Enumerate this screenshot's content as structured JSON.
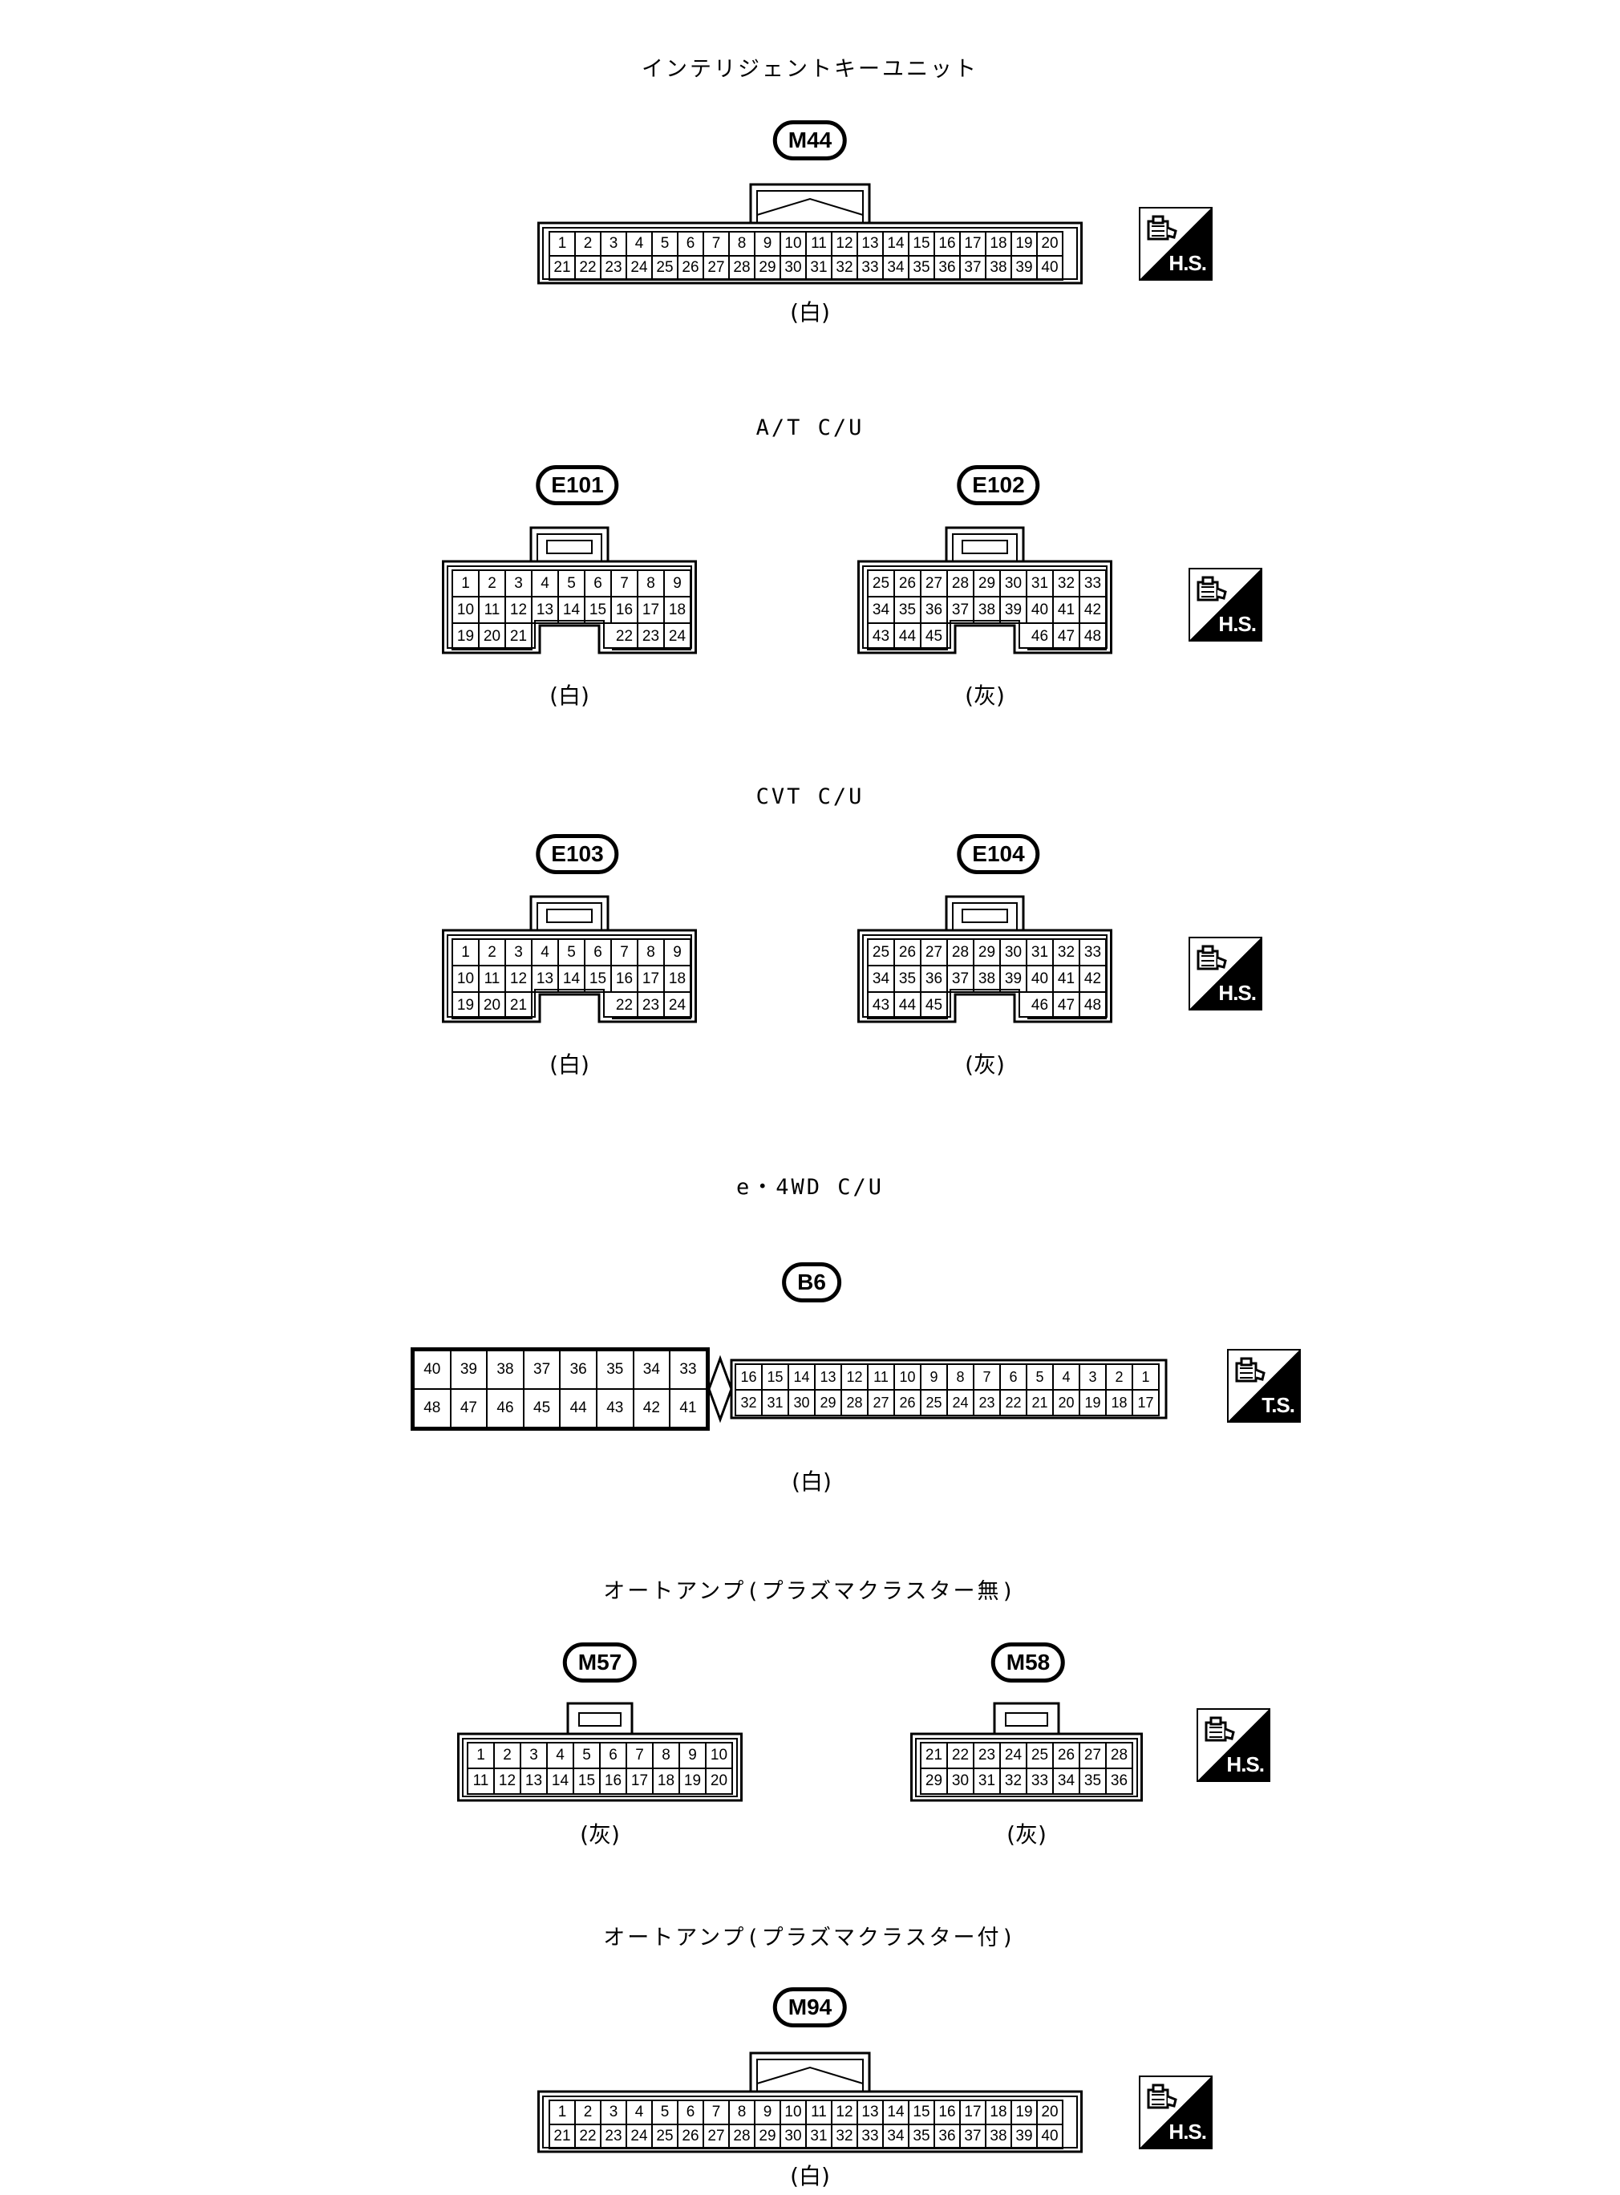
{
  "sections": [
    {
      "title": "インテリジェントキーユニット",
      "connectors": [
        {
          "id": "M44",
          "color": "(白)",
          "rows": [
            [
              1,
              2,
              3,
              4,
              5,
              6,
              7,
              8,
              9,
              10,
              11,
              12,
              13,
              14,
              15,
              16,
              17,
              18,
              19,
              20
            ],
            [
              21,
              22,
              23,
              24,
              25,
              26,
              27,
              28,
              29,
              30,
              31,
              32,
              33,
              34,
              35,
              36,
              37,
              38,
              39,
              40
            ]
          ]
        }
      ],
      "icon": "H.S."
    },
    {
      "title": "A/T C/U",
      "connectors": [
        {
          "id": "E101",
          "color": "(白)",
          "rows": [
            [
              1,
              2,
              3,
              4,
              5,
              6,
              7,
              8,
              9
            ],
            [
              10,
              11,
              12,
              13,
              14,
              15,
              16,
              17,
              18
            ],
            [
              19,
              20,
              21,
              "",
              "",
              "",
              22,
              23,
              24
            ]
          ]
        },
        {
          "id": "E102",
          "color": "(灰)",
          "rows": [
            [
              25,
              26,
              27,
              28,
              29,
              30,
              31,
              32,
              33
            ],
            [
              34,
              35,
              36,
              37,
              38,
              39,
              40,
              41,
              42
            ],
            [
              43,
              44,
              45,
              "",
              "",
              "",
              46,
              47,
              48
            ]
          ]
        }
      ],
      "icon": "H.S."
    },
    {
      "title": "CVT C/U",
      "connectors": [
        {
          "id": "E103",
          "color": "(白)",
          "rows": [
            [
              1,
              2,
              3,
              4,
              5,
              6,
              7,
              8,
              9
            ],
            [
              10,
              11,
              12,
              13,
              14,
              15,
              16,
              17,
              18
            ],
            [
              19,
              20,
              21,
              "",
              "",
              "",
              22,
              23,
              24
            ]
          ]
        },
        {
          "id": "E104",
          "color": "(灰)",
          "rows": [
            [
              25,
              26,
              27,
              28,
              29,
              30,
              31,
              32,
              33
            ],
            [
              34,
              35,
              36,
              37,
              38,
              39,
              40,
              41,
              42
            ],
            [
              43,
              44,
              45,
              "",
              "",
              "",
              46,
              47,
              48
            ]
          ]
        }
      ],
      "icon": "H.S."
    },
    {
      "title": "e・4WD C/U",
      "connectors": [
        {
          "id": "B6",
          "color": "(白)",
          "left_rows": [
            [
              40,
              39,
              38,
              37,
              36,
              35,
              34,
              33
            ],
            [
              48,
              47,
              46,
              45,
              44,
              43,
              42,
              41
            ]
          ],
          "right_rows": [
            [
              16,
              15,
              14,
              13,
              12,
              11,
              10,
              9,
              8,
              7,
              6,
              5,
              4,
              3,
              2,
              1
            ],
            [
              32,
              31,
              30,
              29,
              28,
              27,
              26,
              25,
              24,
              23,
              22,
              21,
              20,
              19,
              18,
              17
            ]
          ]
        }
      ],
      "icon": "T.S."
    },
    {
      "title": "オートアンプ(プラズマクラスター無)",
      "connectors": [
        {
          "id": "M57",
          "color": "(灰)",
          "rows": [
            [
              1,
              2,
              3,
              4,
              5,
              6,
              7,
              8,
              9,
              10
            ],
            [
              11,
              12,
              13,
              14,
              15,
              16,
              17,
              18,
              19,
              20
            ]
          ]
        },
        {
          "id": "M58",
          "color": "(灰)",
          "rows": [
            [
              21,
              22,
              23,
              24,
              25,
              26,
              27,
              28
            ],
            [
              29,
              30,
              31,
              32,
              33,
              34,
              35,
              36
            ]
          ]
        }
      ],
      "icon": "H.S."
    },
    {
      "title": "オートアンプ(プラズマクラスター付)",
      "connectors": [
        {
          "id": "M94",
          "color": "(白)",
          "rows": [
            [
              1,
              2,
              3,
              4,
              5,
              6,
              7,
              8,
              9,
              10,
              11,
              12,
              13,
              14,
              15,
              16,
              17,
              18,
              19,
              20
            ],
            [
              21,
              22,
              23,
              24,
              25,
              26,
              27,
              28,
              29,
              30,
              31,
              32,
              33,
              34,
              35,
              36,
              37,
              38,
              39,
              40
            ]
          ]
        }
      ],
      "icon": "H.S."
    }
  ]
}
